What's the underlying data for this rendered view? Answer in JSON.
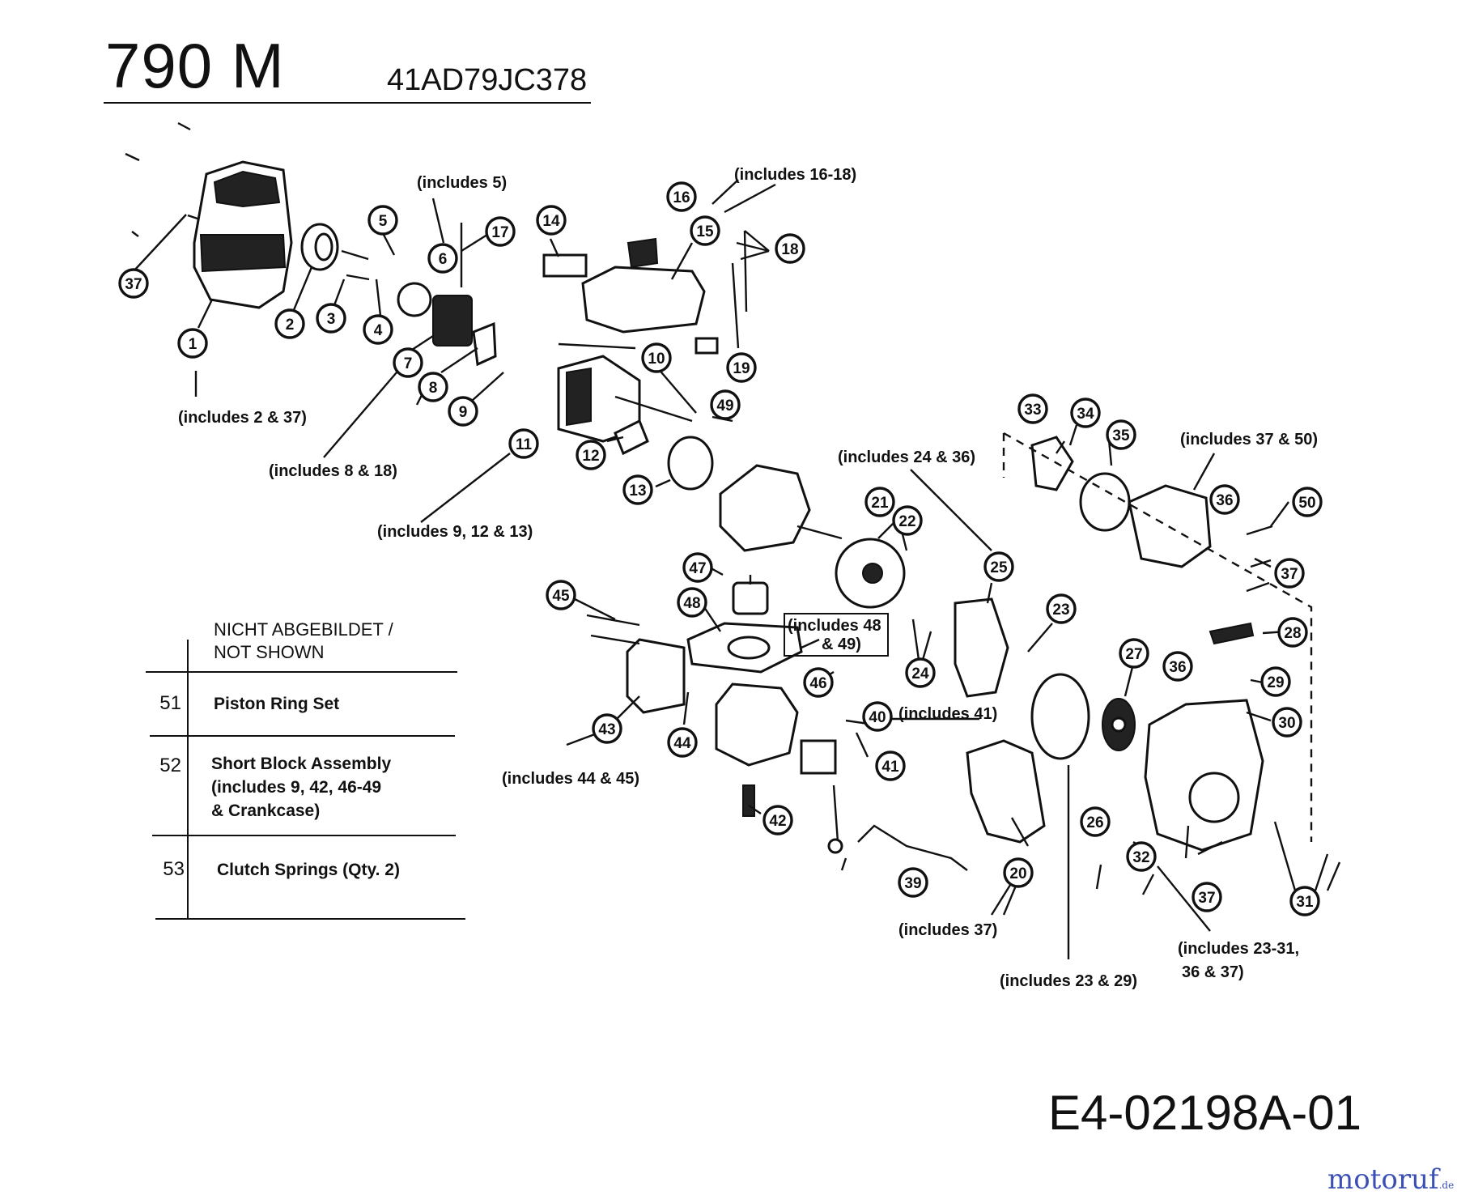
{
  "header": {
    "model": "790 M",
    "serial": "41AD79JC378"
  },
  "drawing_code": "E4-02198A-01",
  "watermark": {
    "main": "motoruf",
    "suffix": ".de"
  },
  "not_shown": {
    "heading_line1": "NICHT ABGEBILDET /",
    "heading_line2": "NOT SHOWN",
    "rows": [
      {
        "num": "51",
        "lines": [
          "Piston Ring Set"
        ]
      },
      {
        "num": "52",
        "lines": [
          "Short Block Assembly",
          "(includes 9, 42, 46-49",
          "& Crankcase)"
        ]
      },
      {
        "num": "53",
        "lines": [
          "Clutch Springs (Qty. 2)"
        ]
      }
    ]
  },
  "callouts": [
    "1",
    "2",
    "3",
    "4",
    "5",
    "6",
    "7",
    "8",
    "9",
    "10",
    "11",
    "12",
    "13",
    "14",
    "15",
    "16",
    "17",
    "18",
    "19",
    "20",
    "21",
    "22",
    "23",
    "24",
    "25",
    "26",
    "27",
    "28",
    "29",
    "30",
    "31",
    "32",
    "33",
    "34",
    "35",
    "36",
    "37",
    "39",
    "40",
    "41",
    "42",
    "43",
    "44",
    "45",
    "46",
    "47",
    "48",
    "49",
    "50"
  ],
  "notes": {
    "n1": "(includes 2 & 37)",
    "n2": "(includes 5)",
    "n3": "(includes 16-18)",
    "n4": "(includes 8 & 18)",
    "n5": "(includes 9, 12 & 13)",
    "n6": "(includes 24 & 36)",
    "n7": "(includes 37 & 50)",
    "n8a": "(includes 48",
    "n8b": "& 49)",
    "n9": "(includes 41)",
    "n10": "(includes 44 & 45)",
    "n11": "(includes 37)",
    "n12": "(includes 23 & 29)",
    "n13a": "(includes 23-31,",
    "n13b": "36 & 37)"
  },
  "colors": {
    "ink": "#111111",
    "watermark_blue": "#3b4fb5",
    "watermark_orange": "#f08c1a"
  }
}
